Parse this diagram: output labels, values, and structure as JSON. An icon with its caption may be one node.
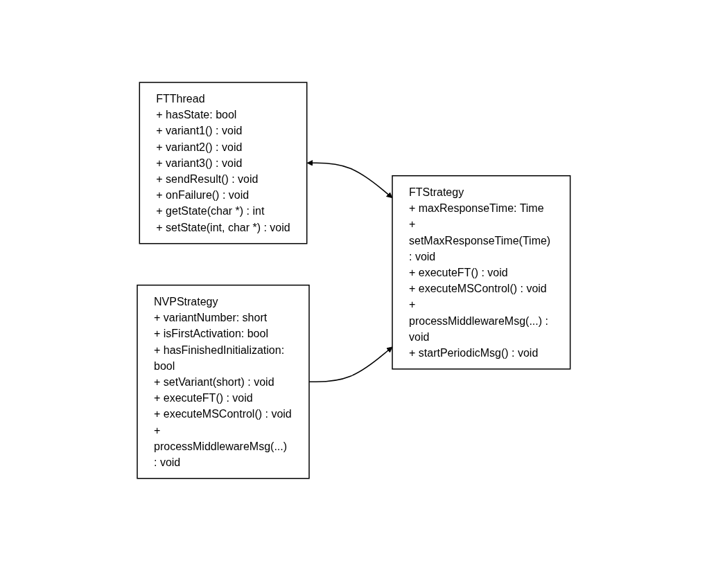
{
  "diagram": {
    "nodes": [
      {
        "text": [
          "FTThread",
          "+ hasState: bool",
          "+ variant1() : void",
          "+ variant2() : void",
          "+ variant3() : void",
          "+ sendResult() : void",
          "+ onFailure() : void",
          "+ getState(char *) : int",
          "+ setState(int, char *) : void"
        ]
      },
      {
        "text": [
          "FTStrategy",
          "+ maxResponseTime: Time",
          "+ setMaxResponseTime(Time) : void",
          "+ executeFT() : void",
          "+ executeMSControl() : void",
          "+ processMiddlewareMsg(...) : void",
          "+ startPeriodicMsg() : void"
        ]
      },
      {
        "text": [
          "NVPStrategy",
          "+ variantNumber: short",
          "+ isFirstActivation: bool",
          "+ hasFinishedInitialization: bool",
          "+ setVariant(short) : void",
          "+ executeFT() : void",
          "+ executeMSControl() : void",
          "+ processMiddlewareMsg(...) : void"
        ]
      }
    ],
    "edges": [
      {
        "from": 0,
        "to": 1,
        "arrow": "both"
      },
      {
        "from": 2,
        "to": 1,
        "arrow": "to"
      }
    ]
  }
}
